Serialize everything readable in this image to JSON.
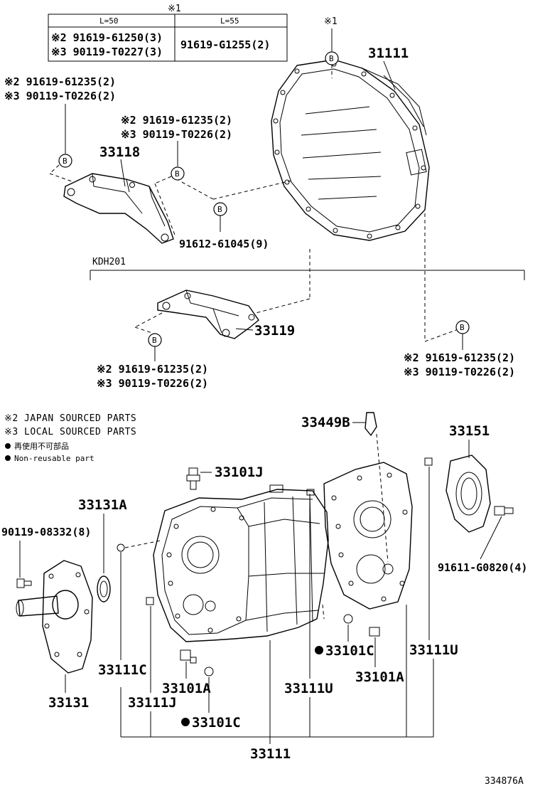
{
  "image_id": "334876A",
  "table": {
    "group_mark": "※1",
    "col1_header": "L=50",
    "col2_header": "L=55",
    "row1_col1": "※2 91619-61250(3)",
    "row2_col1": "※3 90119-T0227(3)",
    "col2_value": "91619-G1255(2)"
  },
  "marks": {
    "b": "B",
    "x1": "※1"
  },
  "labels": {
    "housing_top": "31111",
    "bracket_a": "33118",
    "bolt_left_a": "※2 91619-61235(2)",
    "bolt_left_b": "※3 90119-T0226(2)",
    "bolt_mid_a": "※2 91619-61235(2)",
    "bolt_mid_b": "※3 90119-T0226(2)",
    "bolt_main": "91612-61045(9)",
    "variant": "KDH201",
    "bracket_b": "33119",
    "bolt_low_a": "※2 91619-61235(2)",
    "bolt_low_b": "※3 90119-T0226(2)",
    "bolt_right_a": "※2 91619-61235(2)",
    "bolt_right_b": "※3 90119-T0226(2)",
    "breather": "33449B",
    "retainer": "33151",
    "plug_top": "33101J",
    "seal": "33131A",
    "bolt_ext": "90119-08332(8)",
    "bolt_retainer": "91611-G0820(4)",
    "gasket_left": "33111C",
    "pin_left": "33111J",
    "plug_low": "33101A",
    "washer_low": "33101C",
    "pin_mid": "33111U",
    "washer_mid": "33101C",
    "plug_right": "33101A",
    "pin_right": "33111U",
    "ext_housing": "33131",
    "case": "33111"
  },
  "legend": {
    "japan": "※2 JAPAN SOURCED PARTS",
    "local": "※3 LOCAL SOURCED PARTS",
    "nonreuse_jp": "再使用不可部品",
    "nonreuse_en": "Non-reusable part"
  }
}
